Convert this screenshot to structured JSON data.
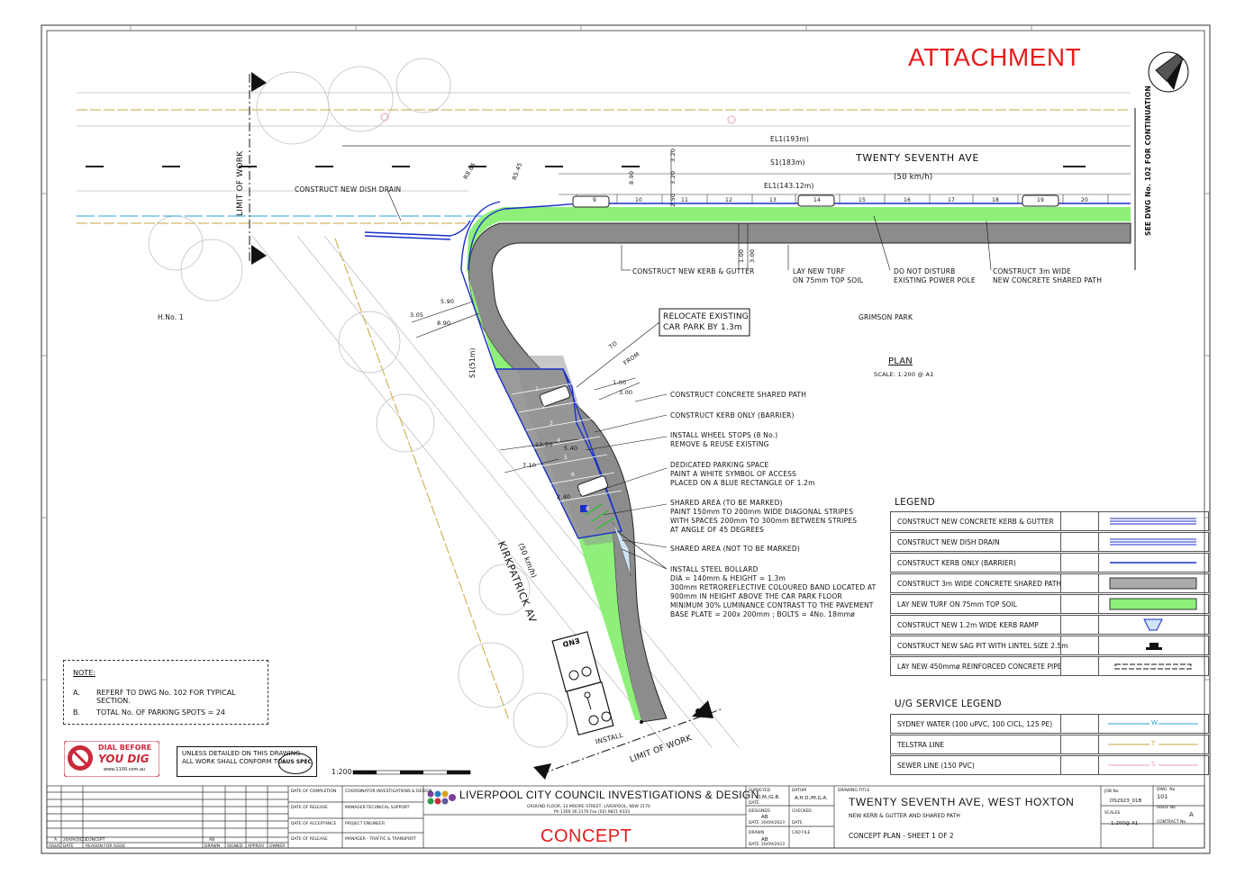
{
  "header": {
    "attachment": "ATTACHMENT"
  },
  "streets": {
    "main": "TWENTY SEVENTH AVE",
    "main_speed": "(50 km/h)",
    "side": "KIRKPATRICK AV",
    "side_speed": "(50 km/h)"
  },
  "places": {
    "house": "H.No. 1",
    "park": "GRIMSON PARK"
  },
  "limit_of_work": "LIMIT OF WORK",
  "see_dwg": "SEE DWG No. 102 FOR CONTINUATION",
  "levels": {
    "el1": "EL1(193m)",
    "s1": "S1(183m)",
    "el1b": "EL1(143.12m)",
    "s1b": "S1(51m)"
  },
  "dims": {
    "r885": "R8.85",
    "r545": "R5.45",
    "d890": "8.90",
    "d320a": "3.20",
    "d320b": "3.20",
    "d250": "2.50",
    "d100a": "1.00",
    "d300a": "3.00",
    "d305": "3.05",
    "d590": "5.90",
    "d890b": "8.90",
    "d100b": "1.00",
    "d300b": "3.00",
    "d1250": "12.50",
    "d540": "5.40",
    "d710": "7.10",
    "d240": "2.40",
    "to": "TO",
    "from": "FROM"
  },
  "bays_top": [
    "9",
    "10",
    "11",
    "12",
    "13",
    "14",
    "15",
    "16",
    "17",
    "18",
    "19",
    "20"
  ],
  "bays_side": [
    "1",
    "2",
    "3",
    "4",
    "5",
    "6",
    "7",
    "8"
  ],
  "callouts": {
    "dish_drain": "CONSTRUCT NEW DISH DRAIN",
    "kerb_gutter": "CONSTRUCT NEW KERB & GUTTER",
    "turf": [
      "LAY NEW TURF",
      "ON 75mm TOP SOIL"
    ],
    "power_pole": [
      "DO NOT DISTURB",
      "EXISTING POWER POLE"
    ],
    "shared_path_3m": [
      "CONSTRUCT 3m WIDE",
      "NEW CONCRETE SHARED PATH"
    ],
    "relocate": [
      "RELOCATE EXISTING",
      "CAR PARK BY 1.3m"
    ],
    "concrete_path": "CONSTRUCT CONCRETE SHARED PATH",
    "kerb_barrier": "CONSTRUCT KERB ONLY (BARRIER)",
    "wheel_stops": [
      "INSTALL WHEEL STOPS (8 No.)",
      "REMOVE & REUSE EXISTING"
    ],
    "dedicated": [
      "DEDICATED PARKING SPACE",
      "PAINT A WHITE SYMBOL OF ACCESS",
      "PLACED ON A BLUE RECTANGLE OF 1.2m"
    ],
    "shared_marked": [
      "SHARED AREA (TO BE MARKED)",
      "PAINT 150mm TO 200mm WIDE DIAGONAL STRIPES",
      "WITH SPACES 200mm TO 300mm BETWEEN STRIPES",
      "AT ANGLE OF 45 DEGREES"
    ],
    "shared_not": "SHARED AREA (NOT TO BE MARKED)",
    "bollard": [
      "INSTALL STEEL BOLLARD",
      "DIA = 140mm & HEIGHT = 1.3m",
      "300mm RETROREFLECTIVE COLOURED BAND LOCATED AT",
      "900mm IN HEIGHT ABOVE THE CAR PARK FLOOR",
      "MINIMUM 30% LUMINANCE CONTRAST TO THE PAVEMENT",
      "BASE PLATE = 200x 200mm ; BOLTS = 4No. 18mmø"
    ],
    "install": "INSTALL",
    "end": "END"
  },
  "plan": {
    "title": "PLAN",
    "scale": "SCALE: 1:200 @ A1"
  },
  "legend": {
    "title": "LEGEND",
    "rows": [
      "CONSTRUCT NEW CONCRETE KERB & GUTTER",
      "CONSTRUCT NEW DISH DRAIN",
      "CONSTRUCT KERB ONLY (BARRIER)",
      "CONSTRUCT 3m WIDE CONCRETE SHARED PATH",
      "LAY NEW TURF ON 75mm TOP SOIL",
      "CONSTRUCT NEW 1.2m WIDE KERB RAMP",
      "CONSTRUCT NEW SAG PIT WITH LINTEL SIZE 2.5m",
      "LAY NEW 450mmø REINFORCED CONCRETE PIPE"
    ]
  },
  "ug_legend": {
    "title": "U/G SERVICE LEGEND",
    "rows": [
      "SYDNEY WATER (100 uPVC, 100 CICL, 125 PE)",
      "TELSTRA LINE",
      "SEWER LINE (150 PVC)"
    ],
    "codes": [
      "W",
      "T",
      "S"
    ]
  },
  "note": {
    "title": "NOTE:",
    "items": [
      {
        "k": "A.",
        "t": "REFERF TO DWG No. 102 FOR TYPICAL SECTION."
      },
      {
        "k": "B.",
        "t": "TOTAL No. OF PARKING SPOTS = 24"
      }
    ]
  },
  "dial": {
    "line1": "DIAL BEFORE",
    "line2": "YOU DIG",
    "url": "www.1100.com.au"
  },
  "ausspec": {
    "line1": "UNLESS DETAILED ON THIS DRAWING",
    "line2": "ALL WORK SHALL CONFORM TO",
    "logo": "AUS SPEC"
  },
  "scale_bar": "1:200",
  "colors": {
    "road": "#8c8c8c",
    "turf": "#8ef07a",
    "kerb": "#1a2fc9",
    "water": "#2aa3d9",
    "telstra": "#c9a640",
    "sewer": "#e8a0b0",
    "red": "#e51c1c"
  },
  "title_block": {
    "council": "LIVERPOOL CITY COUNCIL INVESTIGATIONS & DESIGN",
    "address": "GROUND FLOOR, 33 MOORE STREET, LIVERPOOL, NSW 2170",
    "phone": "Ph 1300 36 2170    Fax (02) 9821 9333",
    "status": "CONCEPT",
    "drawing_title_label": "DRAWING TITLE",
    "title": "TWENTY SEVENTH AVE, WEST HOXTON",
    "subtitle": "NEW KERB & GUTTER AND SHARED PATH",
    "sheet": "CONCEPT PLAN - SHEET 1 OF 2",
    "job_label": "JOB No",
    "job": "DS2923_01B",
    "dwg_label": "DWG. No",
    "dwg": "101",
    "issue_label": "ISSUE No",
    "issue": "A",
    "scales_label": "SCALES",
    "scales": "1:200@ A1",
    "contract_label": "CONTRACT No",
    "surveyed_label": "SURVEYED",
    "surveyed": "D.M./G.B.",
    "designed_label": "DESIGNED",
    "designed": "AB",
    "drawn_label": "DRAWN",
    "drawn": "AB",
    "date_label": "DATE",
    "date": "20/09/2023",
    "datum_label": "DATUM",
    "datum": "A.H.D./M.G.A.",
    "checked_label": "CHECKED",
    "cad_label": "CAD FILE",
    "approvals": [
      "DATE OF COMPLETION",
      "DATE OF RELEASE",
      "DATE OF ACCEPTANCE",
      "DATE OF RELEASE"
    ],
    "approvers": [
      "COORDINATOR INVESTIGATIONS & DESIGN",
      "MANAGER-TECHNICAL SUPPORT",
      "PROJECT ENGINEER",
      "MANAGER - TRAFFIC & TRANSPORT"
    ],
    "rev": {
      "issue": "A",
      "date": "20/09/2023",
      "reason": "CONCEPT",
      "drawn": "AB"
    },
    "cols": [
      "ISSUE",
      "DATE",
      "REASON FOR ISSUE",
      "DRAWN",
      "SIGNED",
      "APPROV",
      "OWNER"
    ]
  }
}
